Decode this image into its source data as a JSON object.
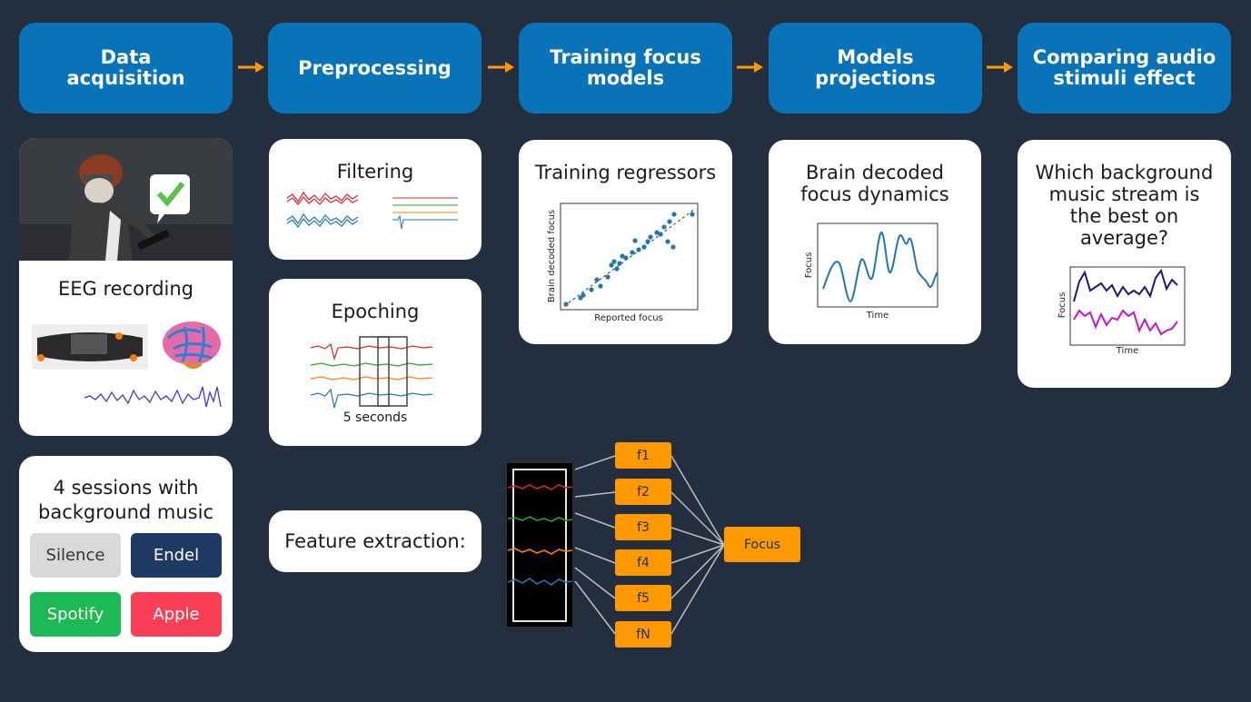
{
  "stages": [
    {
      "label": "Data\nacquisition"
    },
    {
      "label": "Preprocessing"
    },
    {
      "label": "Training focus\nmodels"
    },
    {
      "label": "Models\nprojections"
    },
    {
      "label": "Comparing audio\nstimuli effect"
    }
  ],
  "acquisition": {
    "eeg_title": "EEG recording",
    "sessions_title": "4 sessions with\nbackground music",
    "sessions": [
      {
        "label": "Silence",
        "bg": "#d9d9d9",
        "color": "#333333"
      },
      {
        "label": "Endel",
        "bg": "#1f3864",
        "color": "#ffffff"
      },
      {
        "label": "Spotify",
        "bg": "#1db954",
        "color": "#ffffff"
      },
      {
        "label": "Apple",
        "bg": "#fa3e56",
        "color": "#ffffff"
      }
    ]
  },
  "preprocessing": {
    "filtering_title": "Filtering",
    "epoching_title": "Epoching",
    "epoch_label": "5 seconds",
    "feature_title": "Feature extraction:",
    "features": [
      "f1",
      "f2",
      "f3",
      "f4",
      "f5",
      "fN"
    ],
    "target": "Focus"
  },
  "training": {
    "title": "Training regressors",
    "xlabel": "Reported focus",
    "ylabel": "Brain decoded focus"
  },
  "projections": {
    "title": "Brain decoded\nfocus dynamics",
    "xlabel": "Time",
    "ylabel": "Focus"
  },
  "comparison": {
    "title": "Which background\nmusic stream is\nthe best on\naverage?",
    "xlabel": "Time",
    "ylabel": "Focus"
  },
  "colors": {
    "background": "#232f3e",
    "stage": "#0873b8",
    "accent": "#ff9900"
  }
}
